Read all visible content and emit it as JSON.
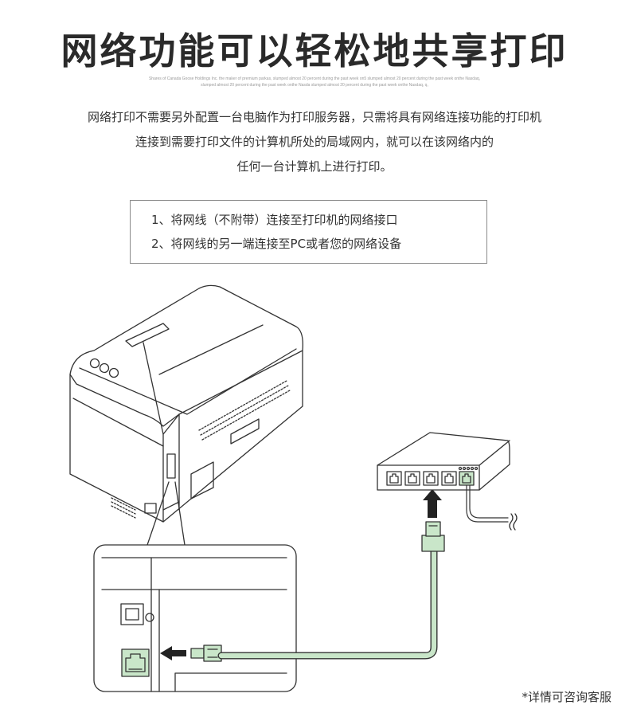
{
  "header": {
    "title": "网络功能可以轻松地共享打印",
    "fine_print_1": "Shares of Canada Goose Holdings Inc. the maker of premium parkas, slumped almost 20 percent during the past week on5 slumped almost 20 percent during the past week onthe Nasdaq,",
    "fine_print_2": "slumped almost 20 percent during the past week onthe Nasda slumped almost 20 percent during the past week onthe Nasdaq, q,"
  },
  "intro": {
    "line1": "网络打印不需要另外配置一台电脑作为打印服务器，只需将具有网络连接功能的打印机",
    "line2": "连接到需要打印文件的计算机所处的局域网内，就可以在该网络内的",
    "line3": "任何一台计算机上进行打印。"
  },
  "steps": [
    "1、将网线（不附带）连接至打印机的网络接口",
    "2、将网线的另一端连接至PC或者您的网络设备"
  ],
  "colors": {
    "cable_fill": "#c9e6c9",
    "line": "#333333"
  },
  "icons": {
    "printer": "printer-illustration",
    "router": "network-switch-illustration",
    "arrow_up": "arrow-up-icon",
    "arrow_left": "arrow-left-icon"
  },
  "footer": {
    "note": "*详情可咨询客服"
  }
}
